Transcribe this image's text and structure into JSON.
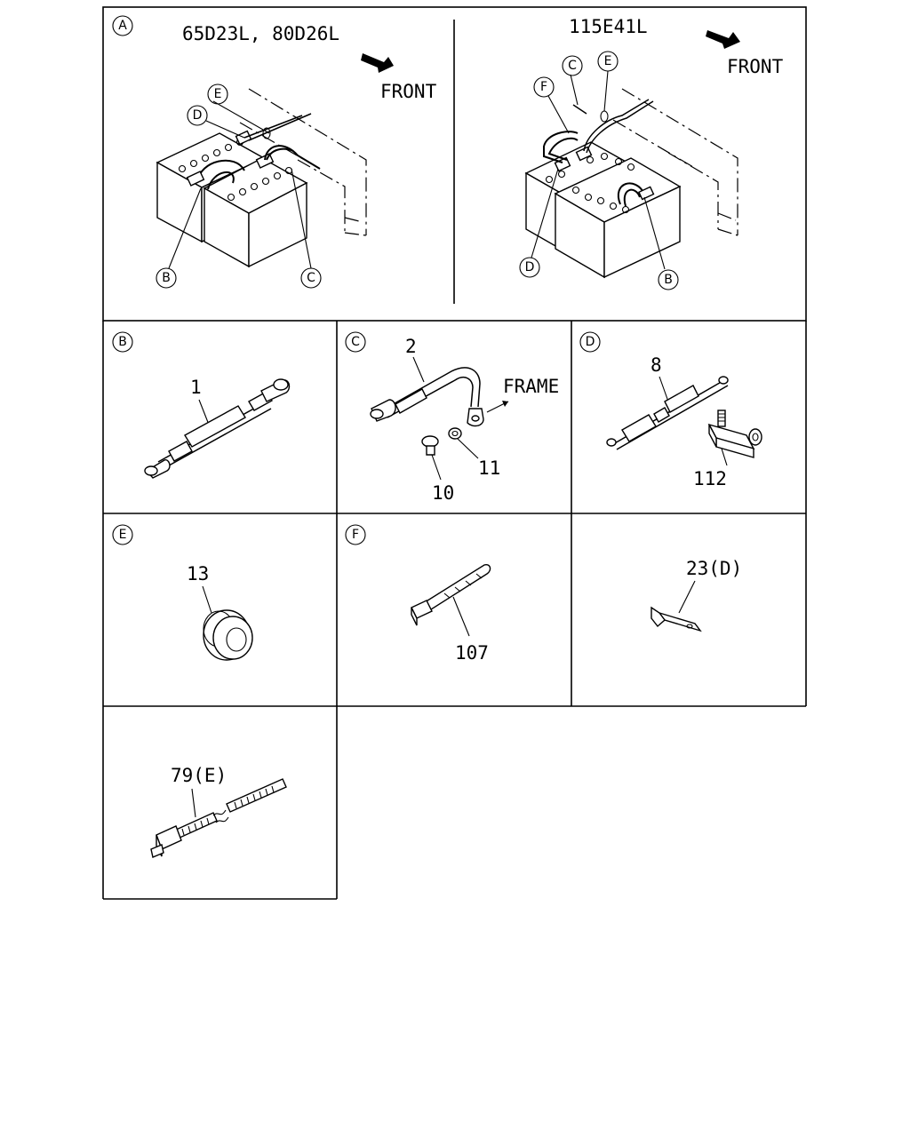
{
  "panel_a": {
    "letter": "A",
    "left": {
      "model": "65D23L, 80D26L",
      "front": "FRONT",
      "callouts": {
        "e": "E",
        "d": "D",
        "b": "B",
        "c": "C"
      }
    },
    "right": {
      "model": "115E41L",
      "front": "FRONT",
      "callouts": {
        "c": "C",
        "e": "E",
        "f": "F",
        "d": "D",
        "b": "B"
      }
    }
  },
  "panel_b": {
    "letter": "B",
    "parts": [
      "1"
    ]
  },
  "panel_c": {
    "letter": "C",
    "parts": [
      "2",
      "11",
      "10"
    ],
    "frame": "FRAME"
  },
  "panel_d": {
    "letter": "D",
    "parts": [
      "8",
      "112"
    ]
  },
  "panel_e": {
    "letter": "E",
    "parts": [
      "13"
    ]
  },
  "panel_f": {
    "letter": "F",
    "parts": [
      "107"
    ]
  },
  "panel_bracket": {
    "parts": [
      "23(D)"
    ]
  },
  "panel_tie": {
    "parts": [
      "79(E)"
    ]
  }
}
